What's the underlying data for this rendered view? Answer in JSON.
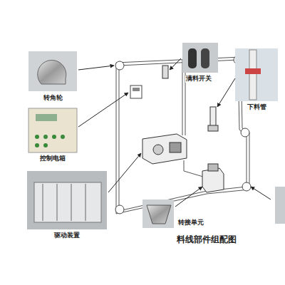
{
  "diagram": {
    "caption": "料线部件组配图",
    "labels": [
      "转角轮",
      "控制电箱",
      "驱动装置",
      "转接单元",
      "满料开关",
      "下料管"
    ]
  }
}
